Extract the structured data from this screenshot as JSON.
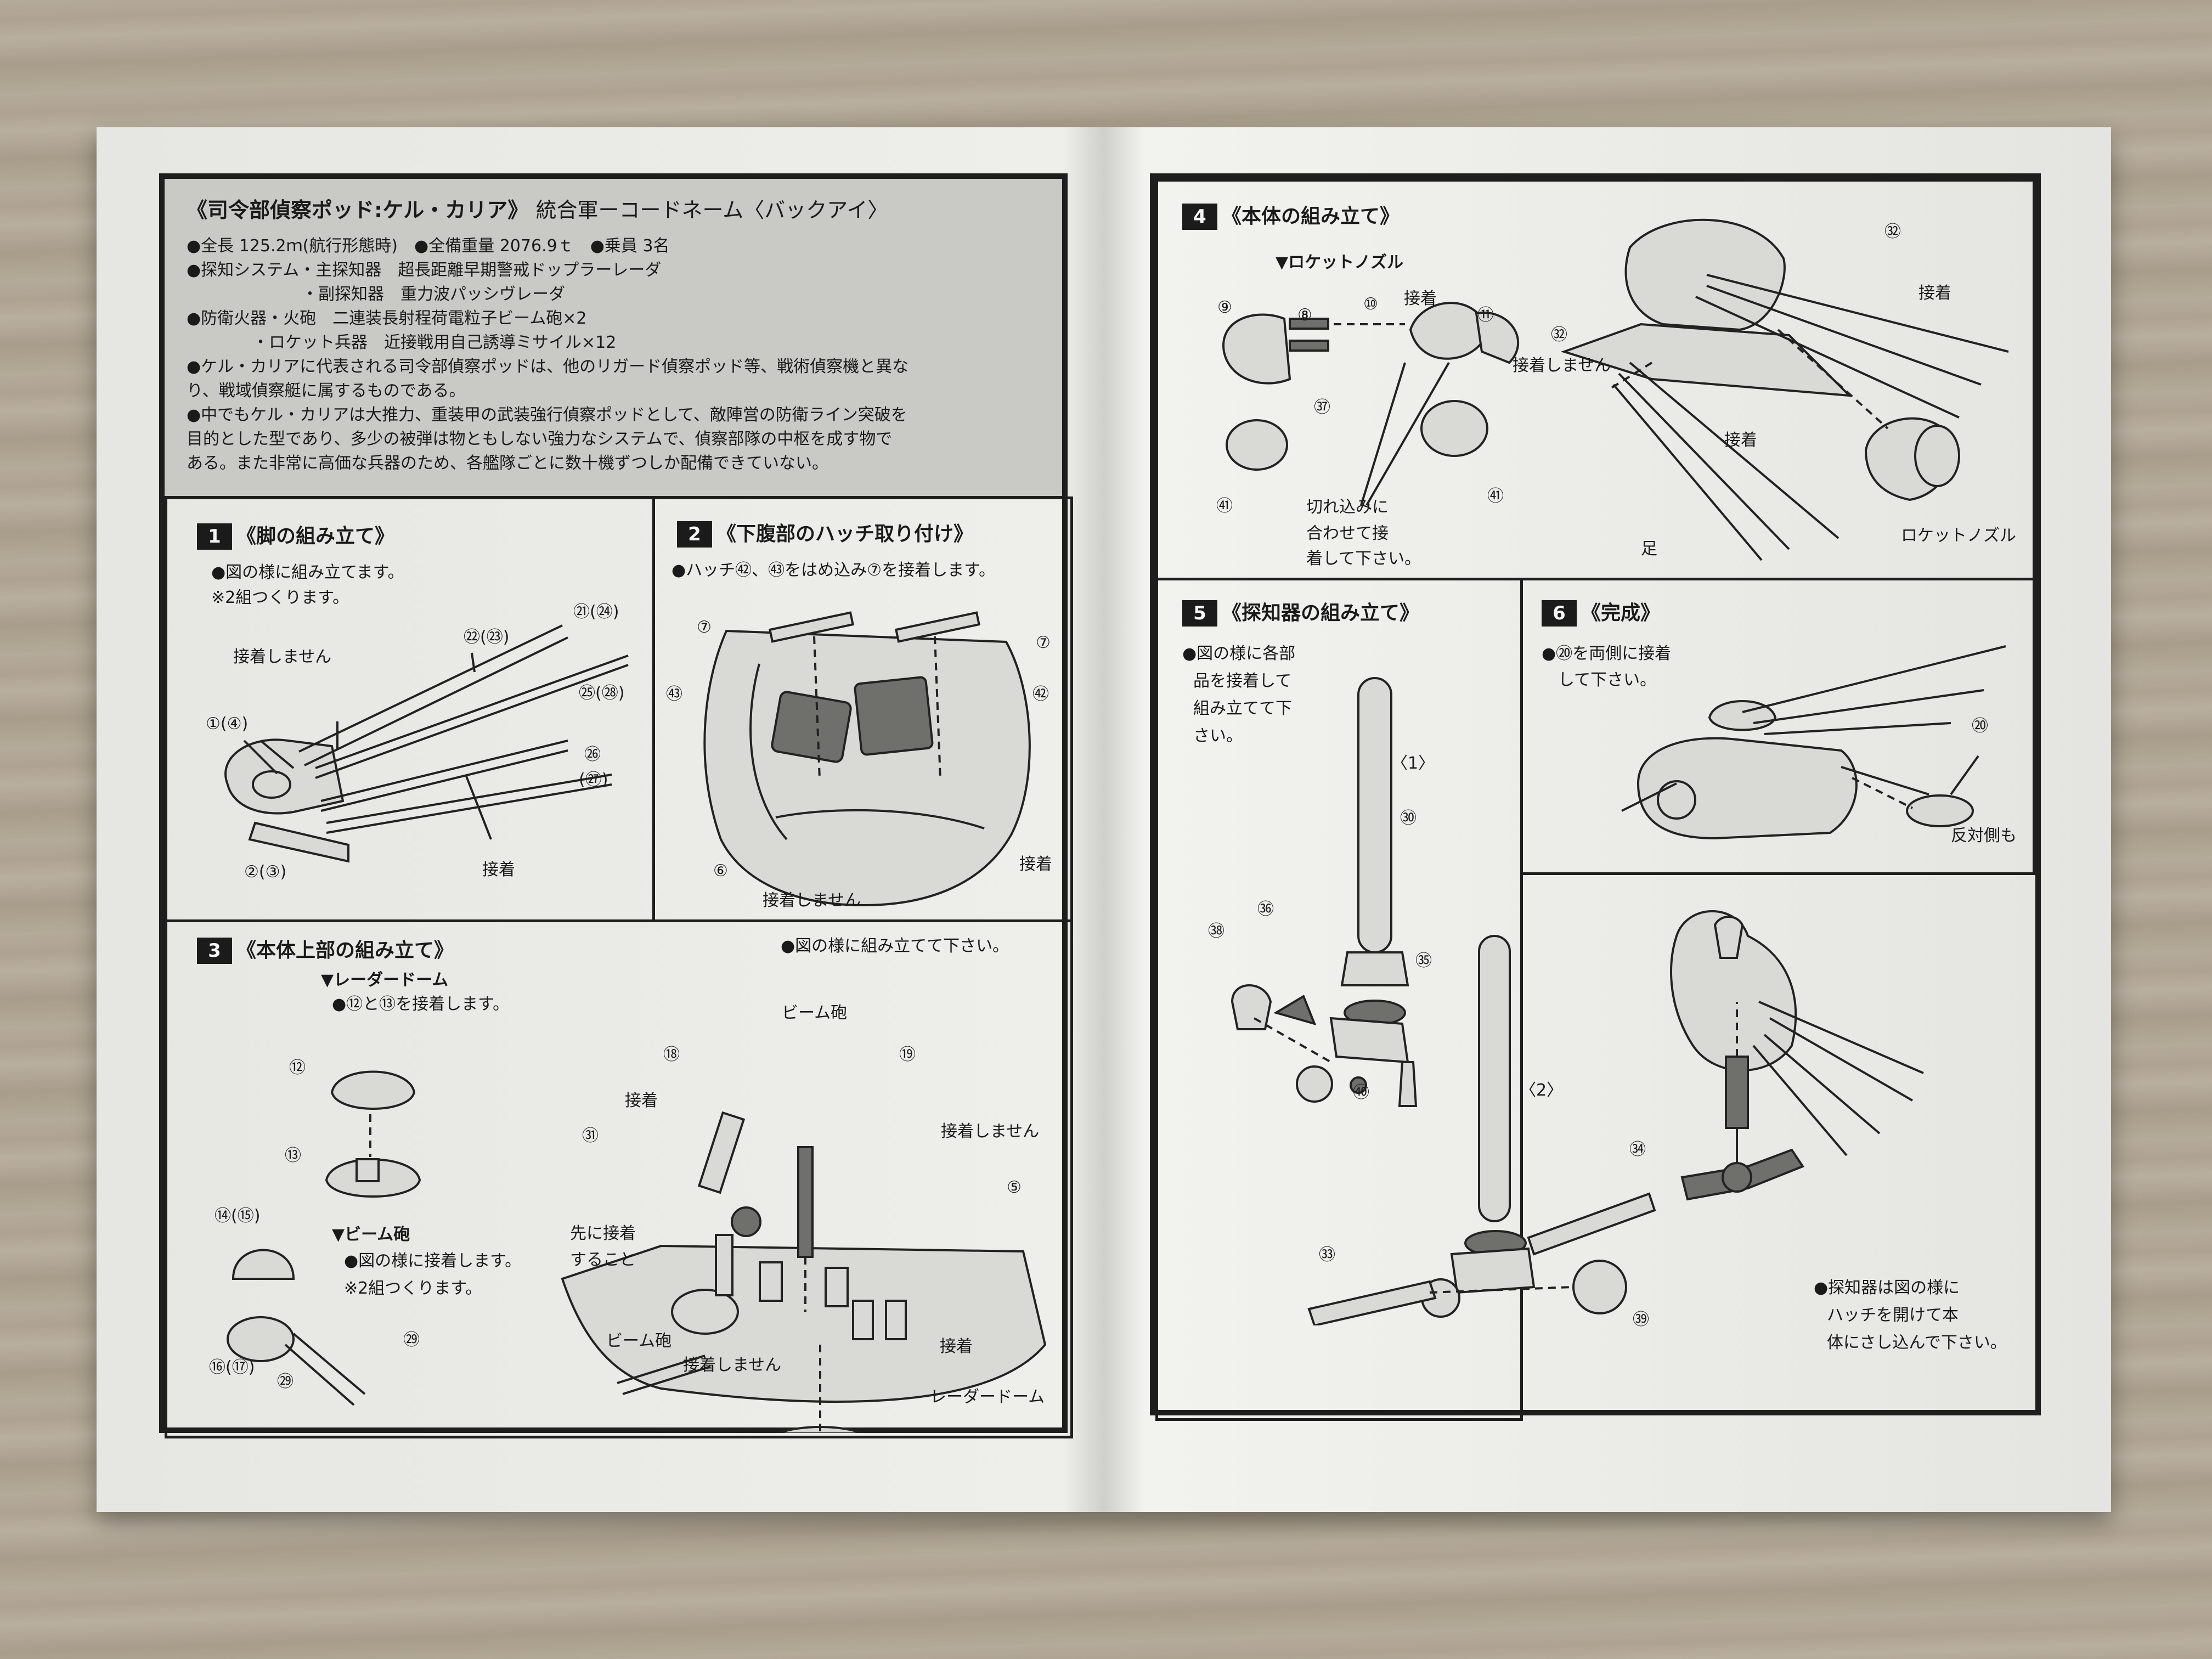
{
  "header": {
    "title": "《司令部偵察ポッド:ケル・カリア》",
    "title_sub": "統合軍ーコードネーム〈バックアイ〉",
    "specs": [
      "●全長 125.2ｍ(航行形態時)　●全備重量 2076.9ｔ　●乗員 3名",
      "●探知システム・主探知器　超長距離早期警戒ドップラーレーダ",
      "　　　　　　　・副探知器　重力波パッシヴレーダ",
      "●防衛火器・火砲　二連装長射程荷電粒子ビーム砲×2",
      "　　　　・ロケット兵器　近接戦用自己誘導ミサイル×12",
      "●ケル・カリアに代表される司令部偵察ポッドは、他のリガード偵察ポッド等、戦術偵察機と異な",
      "り、戦域偵察艇に属するものである。",
      "●中でもケル・カリアは大推力、重装甲の武装強行偵察ポッドとして、敵陣営の防衛ライン突破を",
      "目的とした型であり、多少の被弾は物ともしない強力なシステムで、偵察部隊の中枢を成す物で",
      "ある。また非常に高価な兵器のため、各艦隊ごとに数十機ずつしか配備できていない。"
    ]
  },
  "steps": {
    "s1": {
      "num": "1",
      "title": "《脚の組み立て》",
      "lines": [
        "●図の様に組み立てます。",
        "※2組つくります。"
      ],
      "labels": {
        "no_glue": "接着しません",
        "glue": "接着",
        "p22": "㉒(㉓)",
        "p21": "㉑(㉔)",
        "p25": "㉕(㉘)",
        "p26": "㉖",
        "p27": "(㉗)",
        "p1": "①(④)",
        "p2": "②(③)"
      }
    },
    "s2": {
      "num": "2",
      "title": "《下腹部のハッチ取り付け》",
      "lines": [
        "●ハッチ㊷、㊸をはめ込み⑦を接着します。"
      ],
      "labels": {
        "p7a": "⑦",
        "p7b": "⑦",
        "p43": "㊸",
        "p42": "㊷",
        "p6": "⑥",
        "glue": "接着",
        "no_glue": "接着しません"
      }
    },
    "s3": {
      "num": "3",
      "title": "《本体上部の組み立て》",
      "note_right": "●図の様に組み立てて下さい。",
      "radar_heading": "▼レーダードーム",
      "radar_line": "●⑫と⑬を接着します。",
      "beam_heading": "▼ビーム砲",
      "beam_lines": [
        "●図の様に接着します。",
        "※2組つくります。"
      ],
      "labels": {
        "p12": "⑫",
        "p13": "⑬",
        "p14": "⑭(⑮)",
        "p16": "⑯(⑰)",
        "p29a": "㉙",
        "p29b": "㉙",
        "p18": "⑱",
        "p19": "⑲",
        "p31": "㉛",
        "p5": "⑤",
        "beam_gun_top": "ビーム砲",
        "beam_gun_bottom": "ビーム砲",
        "glue_a": "接着",
        "no_glue_a": "接着しません",
        "first_glue": "先に接着",
        "do_it": "すること",
        "no_glue_b": "接着しません",
        "glue_b": "接着",
        "radar_dome": "レーダードーム"
      }
    },
    "s4": {
      "num": "4",
      "title": "《本体の組み立て》",
      "nozzle_heading": "▼ロケットノズル",
      "labels": {
        "p9": "⑨",
        "p8": "⑧",
        "p10": "⑩",
        "p11": "⑪",
        "p37": "㊲",
        "p41a": "㊶",
        "p41b": "㊶",
        "glue_a": "接着",
        "cut_1": "切れ込みに",
        "cut_2": "合わせて接",
        "cut_3": "着して下さい。",
        "p32a": "㉜",
        "p32b": "㉜",
        "glue_b": "接着",
        "no_glue": "接着しません",
        "glue_c": "接着",
        "leg": "足",
        "rocket_nozzle": "ロケットノズル"
      }
    },
    "s5": {
      "num": "5",
      "title": "《探知器の組み立て》",
      "lines": [
        "●図の様に各部",
        "品を接着して",
        "組み立てて下",
        "さい。"
      ],
      "labels": {
        "sub1": "〈1〉",
        "sub2": "〈2〉",
        "p30": "㉚",
        "p36": "㊱",
        "p38": "㊳",
        "p35": "㉟",
        "p40": "㊵",
        "p34": "㉞",
        "p33": "㉝",
        "p39": "㊴"
      }
    },
    "s6": {
      "num": "6",
      "title": "《完成》",
      "lines": [
        "●⑳を両側に接着",
        "して下さい。"
      ],
      "labels": {
        "p20": "⑳",
        "other_side": "反対側も"
      }
    },
    "final_note": [
      "●探知器は図の様に",
      "ハッチを開けて本",
      "体にさし込んで下さい。"
    ]
  }
}
